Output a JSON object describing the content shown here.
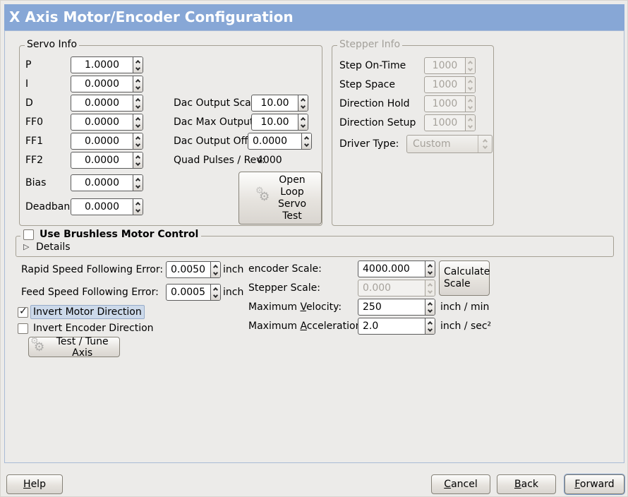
{
  "window": {
    "title": "X Axis Motor/Encoder Configuration"
  },
  "servo_info": {
    "frame_label": "Servo Info",
    "fields": [
      {
        "label": "P",
        "value": "1.0000"
      },
      {
        "label": "I",
        "value": "0.0000"
      },
      {
        "label": "D",
        "value": "0.0000"
      },
      {
        "label": "FF0",
        "value": "0.0000"
      },
      {
        "label": "FF1",
        "value": "0.0000"
      },
      {
        "label": "FF2",
        "value": "0.0000"
      },
      {
        "label": "Bias",
        "value": "0.0000"
      },
      {
        "label": "Deadband",
        "value": "0.0000"
      }
    ],
    "dac_fields": [
      {
        "label": "Dac Output Scale:",
        "value": "10.00"
      },
      {
        "label": "Dac Max Output:",
        "value": "10.00"
      },
      {
        "label": "Dac Output Offset:",
        "value": "0.0000"
      }
    ],
    "quad_pulses_label": "Quad Pulses / Rev:",
    "quad_pulses_value": "4000",
    "open_loop_button_label": "Open\nLoop\nServo\nTest"
  },
  "stepper_info": {
    "frame_label": "Stepper Info",
    "fields": [
      {
        "label": "Step On-Time",
        "value": "1000"
      },
      {
        "label": "Step Space",
        "value": "1000"
      },
      {
        "label": "Direction Hold",
        "value": "1000"
      },
      {
        "label": "Direction Setup",
        "value": "1000"
      }
    ],
    "driver_type_label": "Driver Type:",
    "driver_type_value": "Custom"
  },
  "brushless": {
    "checkbox_label": "Use Brushless Motor Control",
    "details_label": "Details"
  },
  "following_error": {
    "rapid_label": "Rapid Speed Following Error:",
    "rapid_value": "0.0050",
    "rapid_unit": "inch",
    "feed_label": "Feed Speed Following Error:",
    "feed_value": "0.0005",
    "feed_unit": "inch"
  },
  "direction": {
    "invert_motor_label": "Invert Motor Direction",
    "invert_encoder_label": "Invert Encoder Direction"
  },
  "test_tune_button_label": "Test / Tune Axis",
  "scaling": {
    "encoder_scale_label": "encoder Scale:",
    "encoder_scale_value": "4000.000",
    "calculate_button_label": "Calculate\nScale",
    "stepper_scale_label": "Stepper Scale:",
    "stepper_scale_value": "0.000",
    "max_velocity": {
      "pre": "Maximum ",
      "mn": "V",
      "post": "elocity:"
    },
    "max_velocity_value": "250",
    "max_velocity_unit": "inch / min",
    "max_accel": {
      "pre": "Maximum ",
      "mn": "A",
      "post": "cceleration:"
    },
    "max_accel_value": "2.0",
    "max_accel_unit": "inch / sec²"
  },
  "footer": {
    "help": {
      "pre": "",
      "mn": "H",
      "post": "elp"
    },
    "cancel": {
      "pre": "",
      "mn": "C",
      "post": "ancel"
    },
    "back": {
      "pre": "",
      "mn": "B",
      "post": "ack"
    },
    "forward": {
      "pre": "",
      "mn": "F",
      "post": "orward"
    }
  }
}
